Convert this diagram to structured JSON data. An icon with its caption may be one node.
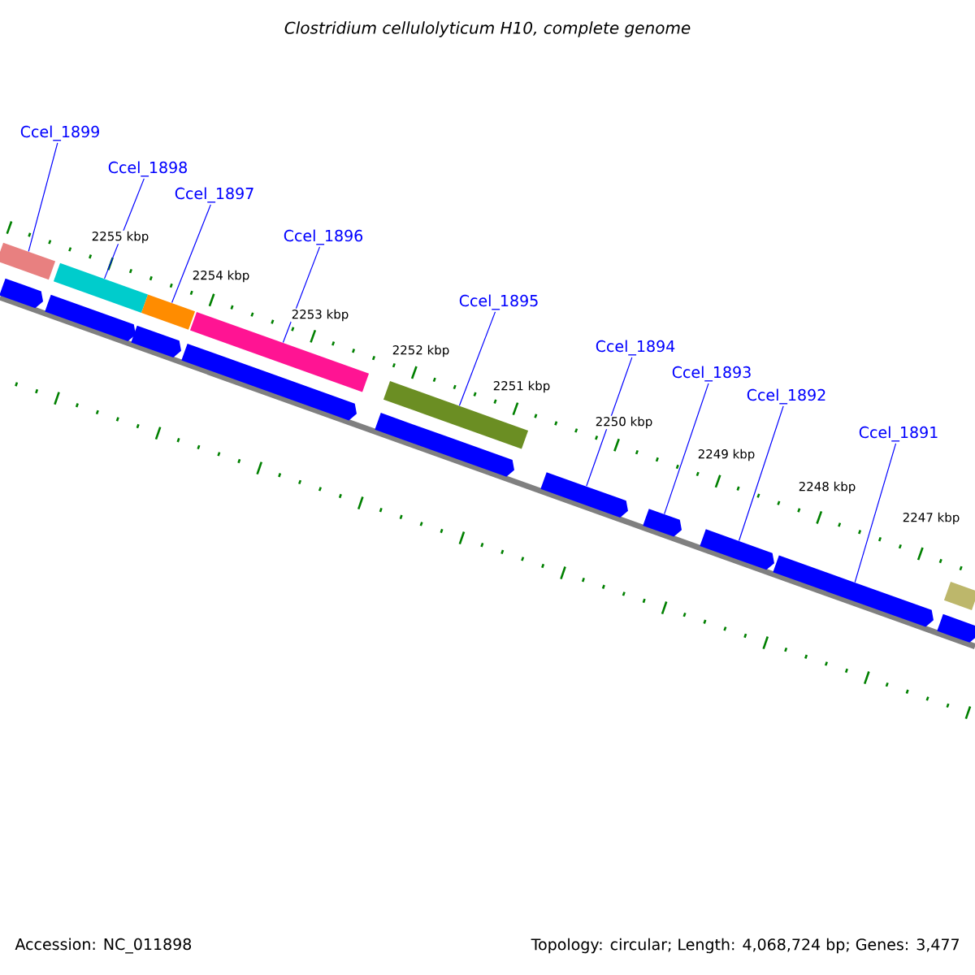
{
  "diagram": {
    "title": "Clostridium cellulolyticum H10, complete genome",
    "nodes": [
      {
        "text": [
          "Ccel_1899"
        ]
      },
      {
        "text": [
          "Ccel_1898"
        ]
      },
      {
        "text": [
          "Ccel_1897"
        ]
      },
      {
        "text": [
          "Ccel_1896"
        ]
      },
      {
        "text": [
          "Ccel_1895"
        ]
      },
      {
        "text": [
          "Ccel_1894"
        ]
      },
      {
        "text": [
          "Ccel_1893"
        ]
      },
      {
        "text": [
          "Ccel_1892"
        ]
      },
      {
        "text": [
          "Ccel_1891"
        ]
      },
      {
        "text": [],
        "shape": "box"
      },
      {
        "text": [],
        "shape": "box"
      },
      {
        "text": [],
        "shape": "box"
      },
      {
        "text": [],
        "shape": "box"
      },
      {
        "text": [],
        "shape": "box"
      },
      {
        "text": [],
        "shape": "box"
      },
      {
        "text": [],
        "shape": "pentagon"
      },
      {
        "text": [],
        "shape": "pentagon"
      },
      {
        "text": [],
        "shape": "pentagon"
      },
      {
        "text": [],
        "shape": "pentagon"
      },
      {
        "text": [],
        "shape": "pentagon"
      },
      {
        "text": [],
        "shape": "pentagon"
      },
      {
        "text": [],
        "shape": "pentagon"
      },
      {
        "text": [],
        "shape": "pentagon"
      },
      {
        "text": [],
        "shape": "pentagon"
      },
      {
        "text": [],
        "shape": "pentagon"
      }
    ],
    "edges": [
      {
        "from": 0,
        "to": 9,
        "arrow": "none"
      },
      {
        "from": 1,
        "to": 10,
        "arrow": "none"
      },
      {
        "from": 2,
        "to": 11,
        "arrow": "none"
      },
      {
        "from": 3,
        "to": 12,
        "arrow": "none"
      },
      {
        "from": 4,
        "to": 13,
        "arrow": "none"
      },
      {
        "from": 5,
        "to": 20,
        "arrow": "none"
      },
      {
        "from": 6,
        "to": 21,
        "arrow": "none"
      },
      {
        "from": 7,
        "to": 22,
        "arrow": "none"
      },
      {
        "from": 8,
        "to": 23,
        "arrow": "none"
      }
    ],
    "labels": [
      "2255 kbp",
      "2254 kbp",
      "2253 kbp",
      "2252 kbp",
      "2251 kbp",
      "2250 kbp",
      "2249 kbp",
      "2248 kbp",
      "2247 kbp",
      "Accession: NC_011898",
      "Topology: circular; Length: 4,068,724 bp; Genes: 3,477"
    ]
  }
}
